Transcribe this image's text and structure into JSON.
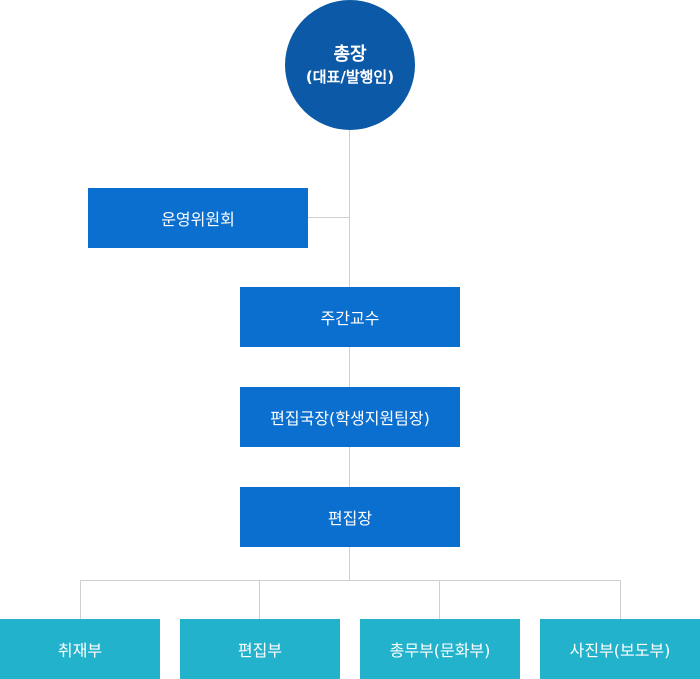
{
  "top": {
    "title": "총장",
    "subtitle": "(대표/발행인)"
  },
  "committee": "운영위원회",
  "professor": "주간교수",
  "chief_editor": "편집국장(학생지원팀장)",
  "editor": "편집장",
  "departments": [
    "취재부",
    "편집부",
    "총무부(문화부)",
    "사진부(보도부)"
  ]
}
